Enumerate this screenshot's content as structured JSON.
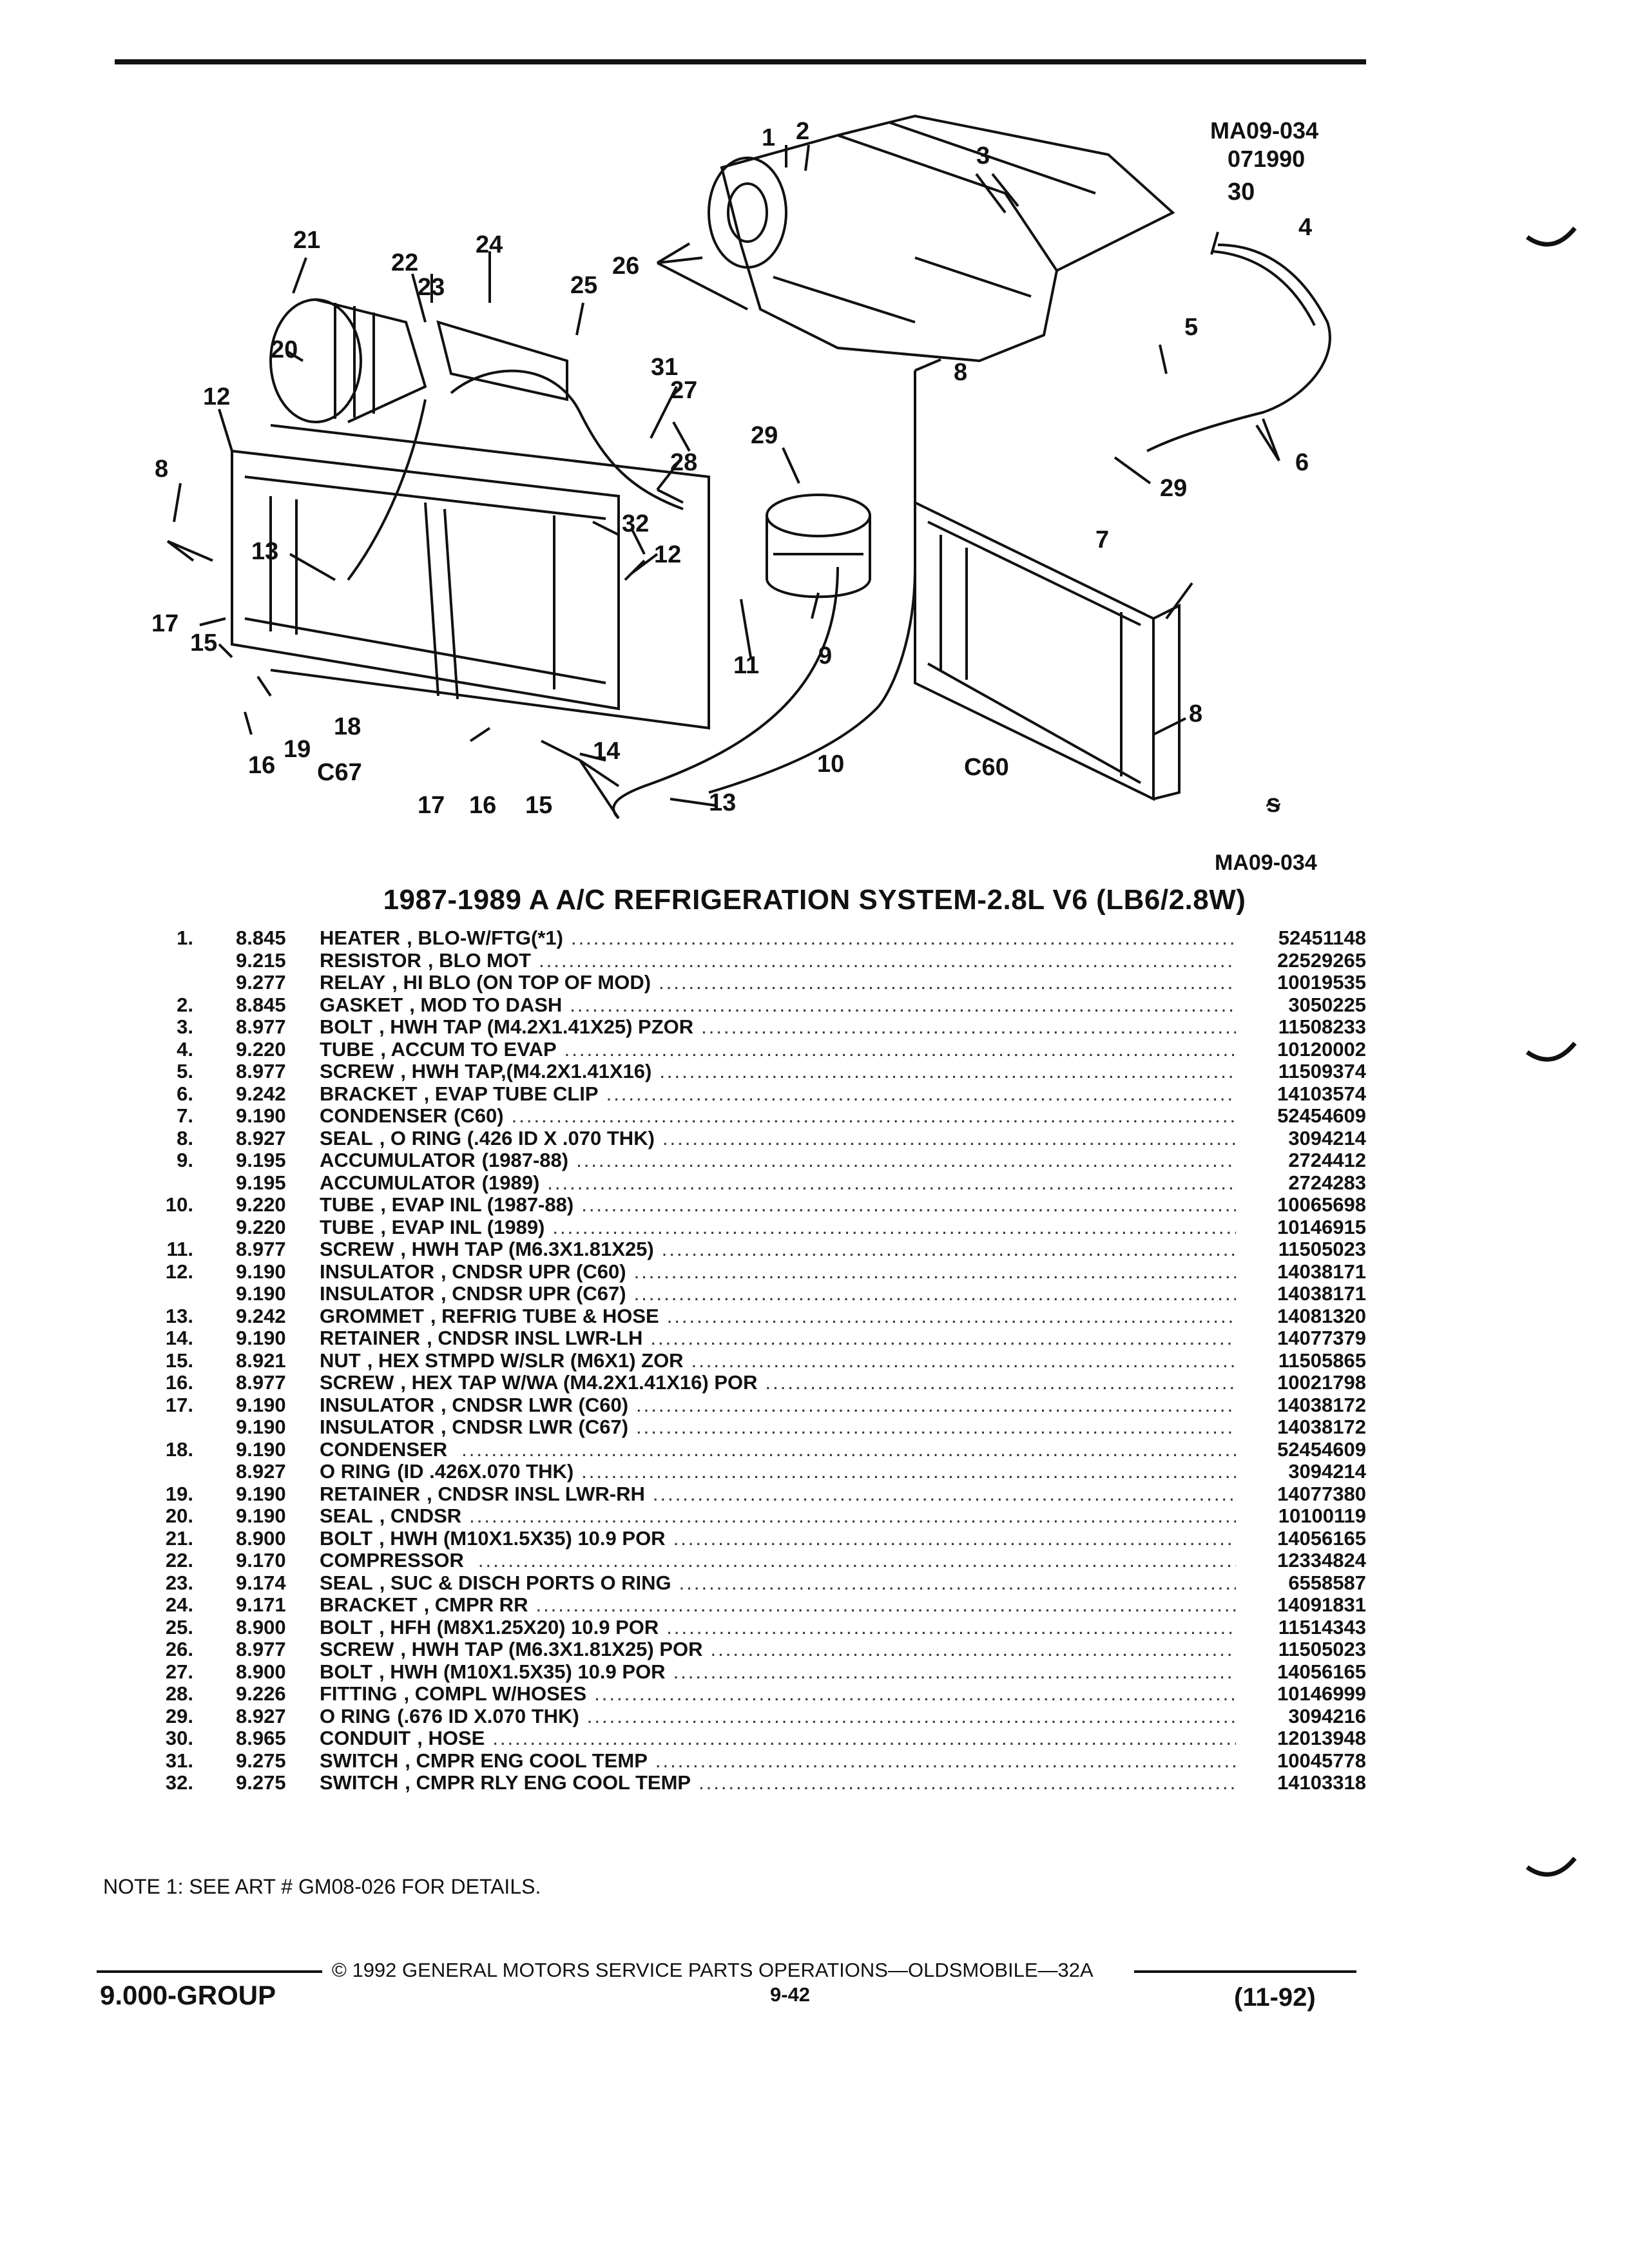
{
  "header": {
    "art_code_top": "MA09-034",
    "art_date": "071990",
    "art_code_bottom": "MA09-034",
    "variant_left": "C67",
    "variant_right": "C60"
  },
  "diagram": {
    "callouts": [
      "1",
      "2",
      "3",
      "4",
      "5",
      "6",
      "7",
      "8",
      "8",
      "8",
      "9",
      "10",
      "11",
      "12",
      "12",
      "13",
      "13",
      "14",
      "15",
      "15",
      "16",
      "16",
      "17",
      "17",
      "18",
      "19",
      "20",
      "21",
      "22",
      "23",
      "24",
      "25",
      "26",
      "27",
      "28",
      "29",
      "29",
      "30",
      "31",
      "32"
    ]
  },
  "title": "1987-1989 A A/C REFRIGERATION SYSTEM-2.8L V6 (LB6/2.8W)",
  "parts": [
    {
      "ref": "1.",
      "grp": "8.845",
      "name": "HEATER",
      "desc": ", BLO-W/FTG(*1)",
      "pn": "52451148"
    },
    {
      "ref": "",
      "grp": "9.215",
      "name": "RESISTOR",
      "desc": ", BLO MOT",
      "pn": "22529265"
    },
    {
      "ref": "",
      "grp": "9.277",
      "name": "RELAY",
      "desc": ", HI BLO (ON TOP OF MOD)",
      "pn": "10019535"
    },
    {
      "ref": "2.",
      "grp": "8.845",
      "name": "GASKET",
      "desc": ", MOD TO DASH",
      "pn": "3050225"
    },
    {
      "ref": "3.",
      "grp": "8.977",
      "name": "BOLT",
      "desc": ", HWH TAP (M4.2X1.41X25) PZOR",
      "pn": "11508233"
    },
    {
      "ref": "4.",
      "grp": "9.220",
      "name": "TUBE",
      "desc": ", ACCUM TO EVAP",
      "pn": "10120002"
    },
    {
      "ref": "5.",
      "grp": "8.977",
      "name": "SCREW",
      "desc": ", HWH TAP,(M4.2X1.41X16)",
      "pn": "11509374"
    },
    {
      "ref": "6.",
      "grp": "9.242",
      "name": "BRACKET",
      "desc": ", EVAP TUBE CLIP",
      "pn": "14103574"
    },
    {
      "ref": "7.",
      "grp": "9.190",
      "name": "CONDENSER",
      "desc": "(C60)",
      "pn": "52454609"
    },
    {
      "ref": "8.",
      "grp": "8.927",
      "name": "SEAL",
      "desc": ", O RING (.426 ID X .070 THK)",
      "pn": "3094214"
    },
    {
      "ref": "9.",
      "grp": "9.195",
      "name": "ACCUMULATOR",
      "desc": "(1987-88)",
      "pn": "2724412"
    },
    {
      "ref": "",
      "grp": "9.195",
      "name": "ACCUMULATOR",
      "desc": "(1989)",
      "pn": "2724283"
    },
    {
      "ref": "10.",
      "grp": "9.220",
      "name": "TUBE",
      "desc": ", EVAP INL (1987-88)",
      "pn": "10065698"
    },
    {
      "ref": "",
      "grp": "9.220",
      "name": "TUBE",
      "desc": ", EVAP INL (1989)",
      "pn": "10146915"
    },
    {
      "ref": "11.",
      "grp": "8.977",
      "name": "SCREW",
      "desc": ", HWH TAP (M6.3X1.81X25)",
      "pn": "11505023"
    },
    {
      "ref": "12.",
      "grp": "9.190",
      "name": "INSULATOR",
      "desc": ", CNDSR UPR (C60)",
      "pn": "14038171"
    },
    {
      "ref": "",
      "grp": "9.190",
      "name": "INSULATOR",
      "desc": ", CNDSR UPR (C67)",
      "pn": "14038171"
    },
    {
      "ref": "13.",
      "grp": "9.242",
      "name": "GROMMET",
      "desc": ", REFRIG TUBE & HOSE",
      "pn": "14081320"
    },
    {
      "ref": "14.",
      "grp": "9.190",
      "name": "RETAINER",
      "desc": ", CNDSR INSL LWR-LH",
      "pn": "14077379"
    },
    {
      "ref": "15.",
      "grp": "8.921",
      "name": "NUT",
      "desc": ", HEX STMPD W/SLR (M6X1) ZOR",
      "pn": "11505865"
    },
    {
      "ref": "16.",
      "grp": "8.977",
      "name": "SCREW",
      "desc": ", HEX TAP W/WA (M4.2X1.41X16) POR",
      "pn": "10021798"
    },
    {
      "ref": "17.",
      "grp": "9.190",
      "name": "INSULATOR",
      "desc": ", CNDSR LWR (C60)",
      "pn": "14038172"
    },
    {
      "ref": "",
      "grp": "9.190",
      "name": "INSULATOR",
      "desc": ", CNDSR LWR (C67)",
      "pn": "14038172"
    },
    {
      "ref": "18.",
      "grp": "9.190",
      "name": "CONDENSER",
      "desc": "",
      "pn": "52454609"
    },
    {
      "ref": "",
      "grp": "8.927",
      "name": "O RING",
      "desc": "(ID .426X.070 THK)",
      "pn": "3094214"
    },
    {
      "ref": "19.",
      "grp": "9.190",
      "name": "RETAINER",
      "desc": ", CNDSR INSL LWR-RH",
      "pn": "14077380"
    },
    {
      "ref": "20.",
      "grp": "9.190",
      "name": "SEAL",
      "desc": ", CNDSR",
      "pn": "10100119"
    },
    {
      "ref": "21.",
      "grp": "8.900",
      "name": "BOLT",
      "desc": ", HWH (M10X1.5X35) 10.9 POR",
      "pn": "14056165"
    },
    {
      "ref": "22.",
      "grp": "9.170",
      "name": "COMPRESSOR",
      "desc": "",
      "pn": "12334824"
    },
    {
      "ref": "23.",
      "grp": "9.174",
      "name": "SEAL",
      "desc": ", SUC & DISCH PORTS O RING",
      "pn": "6558587"
    },
    {
      "ref": "24.",
      "grp": "9.171",
      "name": "BRACKET",
      "desc": ", CMPR RR",
      "pn": "14091831"
    },
    {
      "ref": "25.",
      "grp": "8.900",
      "name": "BOLT",
      "desc": ", HFH (M8X1.25X20) 10.9 POR",
      "pn": "11514343"
    },
    {
      "ref": "26.",
      "grp": "8.977",
      "name": "SCREW",
      "desc": ", HWH TAP (M6.3X1.81X25) POR",
      "pn": "11505023"
    },
    {
      "ref": "27.",
      "grp": "8.900",
      "name": "BOLT",
      "desc": ", HWH (M10X1.5X35) 10.9 POR",
      "pn": "14056165"
    },
    {
      "ref": "28.",
      "grp": "9.226",
      "name": "FITTING",
      "desc": ", COMPL W/HOSES",
      "pn": "10146999"
    },
    {
      "ref": "29.",
      "grp": "8.927",
      "name": "O RING",
      "desc": "(.676 ID X.070 THK)",
      "pn": "3094216"
    },
    {
      "ref": "30.",
      "grp": "8.965",
      "name": "CONDUIT",
      "desc": ", HOSE",
      "pn": "12013948"
    },
    {
      "ref": "31.",
      "grp": "9.275",
      "name": "SWITCH",
      "desc": ", CMPR ENG COOL TEMP",
      "pn": "10045778"
    },
    {
      "ref": "32.",
      "grp": "9.275",
      "name": "SWITCH",
      "desc": ", CMPR RLY ENG COOL TEMP",
      "pn": "14103318"
    }
  ],
  "note": "NOTE  1:  SEE ART # GM08-026 FOR DETAILS.",
  "footer": {
    "copyright": "© 1992 GENERAL MOTORS SERVICE PARTS OPERATIONS—OLDSMOBILE—32A",
    "group": "9.000-GROUP",
    "page": "9-42",
    "date": "(11-92)"
  }
}
